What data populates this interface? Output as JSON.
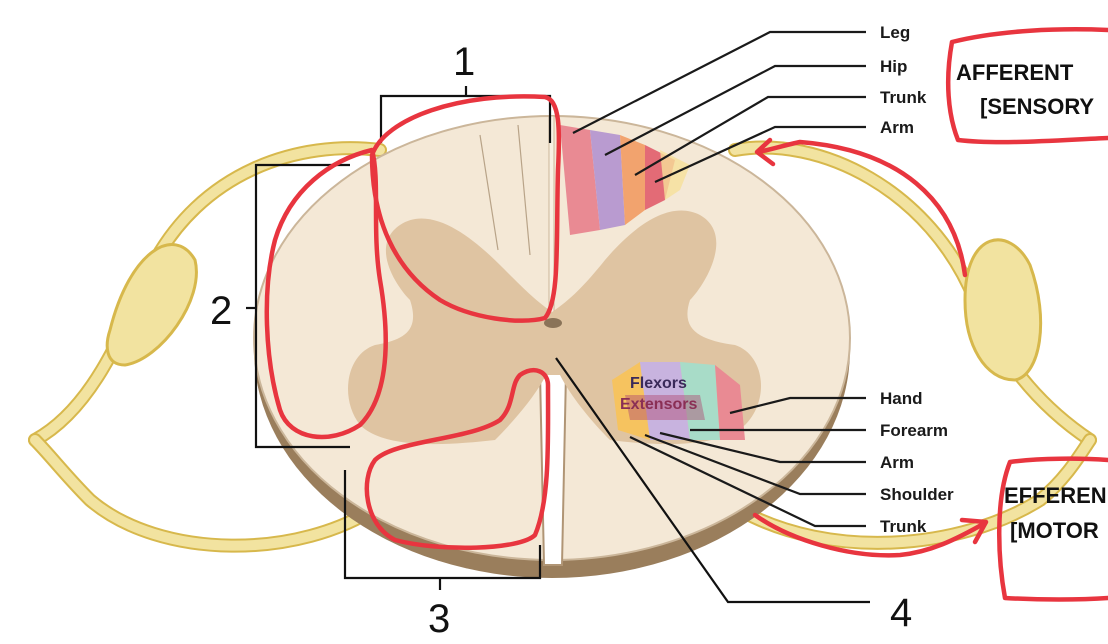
{
  "numbers": {
    "n1": "1",
    "n2": "2",
    "n3": "3",
    "n4": "4"
  },
  "sensory_labels": [
    "Leg",
    "Hip",
    "Trunk",
    "Arm"
  ],
  "motor_labels": [
    "Hand",
    "Forearm",
    "Arm",
    "Shoulder",
    "Trunk"
  ],
  "ventral_horn": {
    "flexors": "Flexors",
    "extensors": "Extensors"
  },
  "afferent_box": {
    "line1": "AFFERENT",
    "line2": "[SENSORY"
  },
  "efferent_box": {
    "line1": "EFFEREN",
    "line2": "[MOTOR"
  },
  "colors": {
    "annotation_red": "#e8353f",
    "nerve": "#f2e3a0",
    "nerve_edge": "#d7b84c",
    "white_matter": "#f4e8d6",
    "gray_matter": "#dfc4a2",
    "cord_side": "#9a7e5c"
  }
}
